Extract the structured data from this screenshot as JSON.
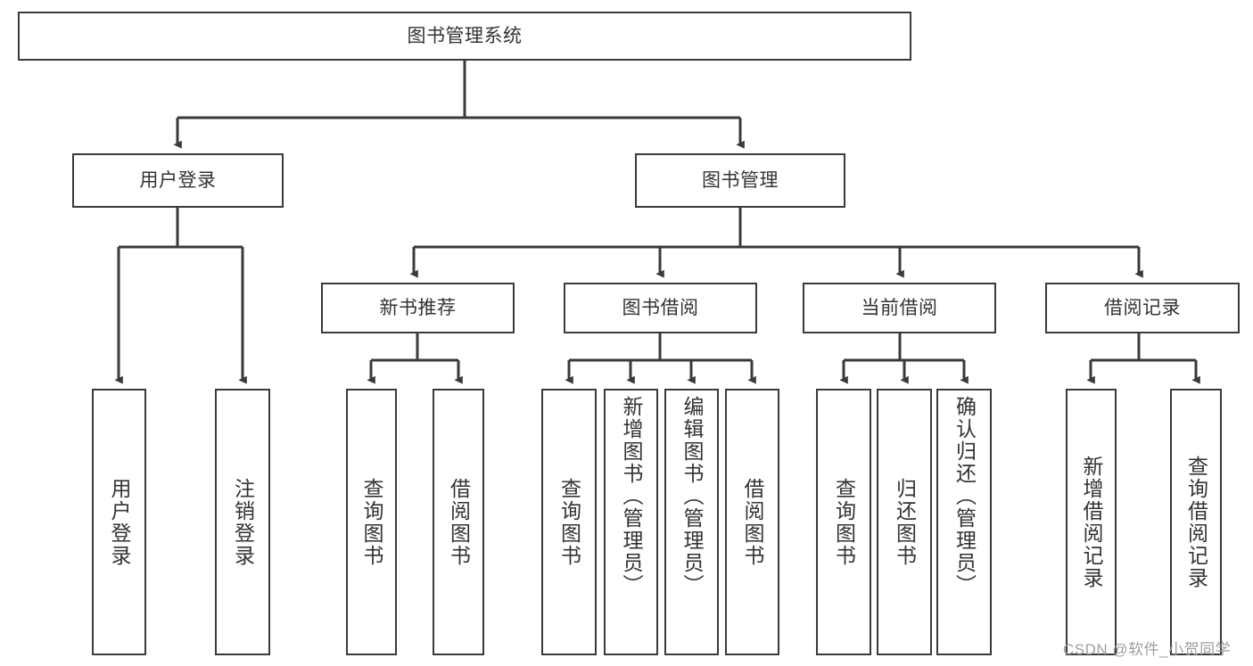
{
  "diagram": {
    "title_node": {
      "label": "图书管理系统"
    },
    "level1": [
      {
        "id": "user-login",
        "label": "用户登录"
      },
      {
        "id": "book-management",
        "label": "图书管理"
      }
    ],
    "level2": [
      {
        "id": "new-book-recommend",
        "label": "新书推荐"
      },
      {
        "id": "book-borrow",
        "label": "图书借阅"
      },
      {
        "id": "current-borrow",
        "label": "当前借阅"
      },
      {
        "id": "borrow-record",
        "label": "借阅记录"
      }
    ],
    "leaves": {
      "user_login": [
        {
          "id": "leaf-user-login",
          "label": "用户登录"
        },
        {
          "id": "leaf-logout-login",
          "label": "注销登录"
        }
      ],
      "new_book_recommend": [
        {
          "id": "leaf-query-book-1",
          "label": "查询图书"
        },
        {
          "id": "leaf-borrow-book-1",
          "label": "借阅图书"
        }
      ],
      "book_borrow": [
        {
          "id": "leaf-query-book-2",
          "label": "查询图书"
        },
        {
          "id": "leaf-add-book-admin",
          "label": "新增图书（管理员）"
        },
        {
          "id": "leaf-edit-book-admin",
          "label": "编辑图书（管理员）"
        },
        {
          "id": "leaf-borrow-book-2",
          "label": "借阅图书"
        }
      ],
      "current_borrow": [
        {
          "id": "leaf-query-book-3",
          "label": "查询图书"
        },
        {
          "id": "leaf-return-book",
          "label": "归还图书"
        },
        {
          "id": "leaf-confirm-return-admin",
          "label": "确认归还（管理员）"
        }
      ],
      "borrow_record": [
        {
          "id": "leaf-add-borrow-record",
          "label": "新增借阅记录"
        },
        {
          "id": "leaf-query-borrow-record",
          "label": "查询借阅记录"
        }
      ]
    },
    "watermark": "CSDN @软件_小贺同学",
    "colors": {
      "stroke": "#3a3a3a",
      "fill": "#ffffff",
      "text": "#333333",
      "watermark": "#9e9e9e"
    }
  }
}
